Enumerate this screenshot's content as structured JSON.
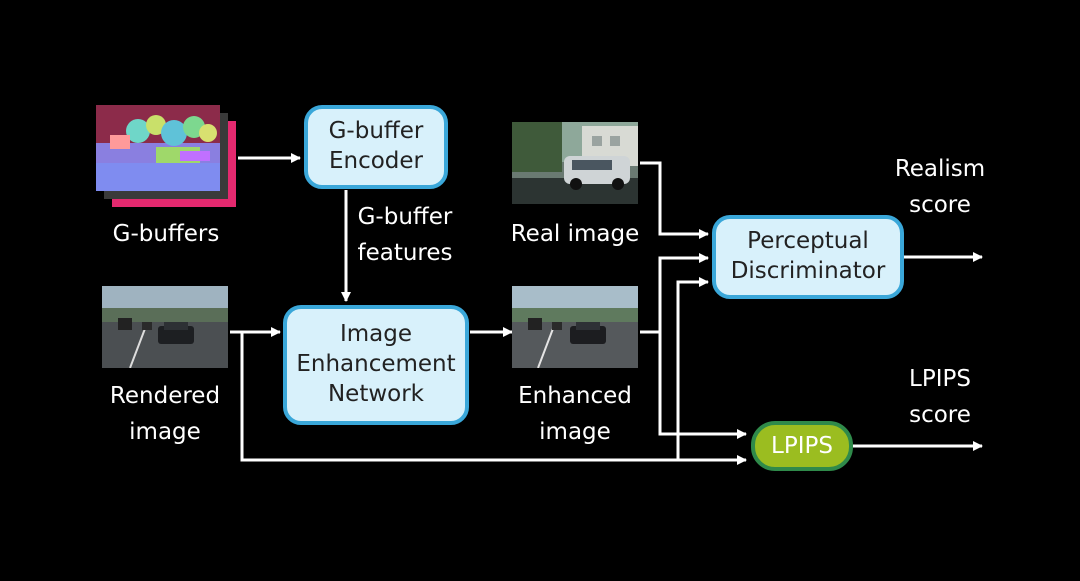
{
  "diagram": {
    "nodes": {
      "gbuffer_encoder": [
        "G-buffer",
        "Encoder"
      ],
      "image_enhancement": [
        "Image",
        "Enhancement",
        "Network"
      ],
      "perceptual_discriminator": [
        "Perceptual",
        "Discriminator"
      ],
      "lpips": "LPIPS"
    },
    "image_labels": {
      "gbuffers": "G-buffers",
      "real_image": "Real image",
      "rendered_image": [
        "Rendered",
        "image"
      ],
      "enhanced_image": [
        "Enhanced",
        "image"
      ]
    },
    "edge_labels": {
      "gbuffer_features": [
        "G-buffer",
        "features"
      ]
    },
    "outputs": {
      "realism_score": [
        "Realism",
        "score"
      ],
      "lpips_score": [
        "LPIPS",
        "score"
      ]
    },
    "edges": [
      {
        "from": "G-buffers",
        "to": "G-buffer Encoder"
      },
      {
        "from": "G-buffer Encoder",
        "to": "Image Enhancement Network",
        "label": "G-buffer features"
      },
      {
        "from": "Rendered image",
        "to": "Image Enhancement Network"
      },
      {
        "from": "Image Enhancement Network",
        "to": "Enhanced image"
      },
      {
        "from": "Real image",
        "to": "Perceptual Discriminator"
      },
      {
        "from": "Enhanced image",
        "to": "Perceptual Discriminator"
      },
      {
        "from": "Enhanced image",
        "to": "LPIPS"
      },
      {
        "from": "Rendered image",
        "to": "LPIPS"
      },
      {
        "from": "Perceptual Discriminator",
        "to": "Realism score"
      },
      {
        "from": "LPIPS",
        "to": "LPIPS score"
      }
    ],
    "colors": {
      "background": "#000000",
      "box_fill": "#d8f1fb",
      "box_border": "#3aa7d9",
      "lpips_fill": "#9bbd20",
      "lpips_border": "#2f8a4a",
      "wire": "#ffffff"
    }
  }
}
